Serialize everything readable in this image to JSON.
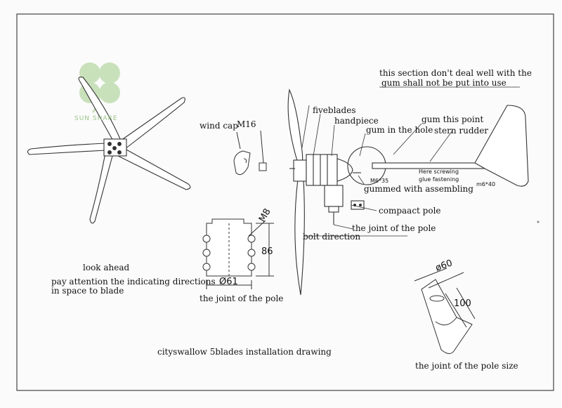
{
  "watermark": {
    "text": "SUN SHARE"
  },
  "rotor_view": {
    "look_ahead": "look ahead",
    "direction_note_line1": "pay attention the indicating directions",
    "direction_note_line2": "in space to blade"
  },
  "wind_cap": {
    "label": "wind cap",
    "bolt": "M16"
  },
  "pole_joint": {
    "thread": "M8",
    "height": "86",
    "diameter": "Ø61",
    "caption": "the joint of the pole"
  },
  "assembly": {
    "warning_line1": "this section don't deal well with the",
    "warning_line2": "gum shall not be put into use",
    "five_blades": "fiveblades",
    "handpiece": "handpiece",
    "gum_this_point": "gum this point",
    "gum_in_hole": "gum in the hole",
    "stern_rudder": "stern rudder",
    "screw_m6_35": "M6*35",
    "here_screwing": "Here screwing",
    "glue_fastening": "glue fastening",
    "screw_m6_40": "m6*40",
    "gummed_assembling": "gummed with assembling",
    "compact_pole": "compaact pole",
    "joint_of_pole": "the joint of the pole",
    "bolt_direction": "bolt direction"
  },
  "pole_size": {
    "diameter": "ø60",
    "length": "100",
    "caption": "the joint of the pole size"
  },
  "title": "cityswallow  5blades  installation drawing"
}
